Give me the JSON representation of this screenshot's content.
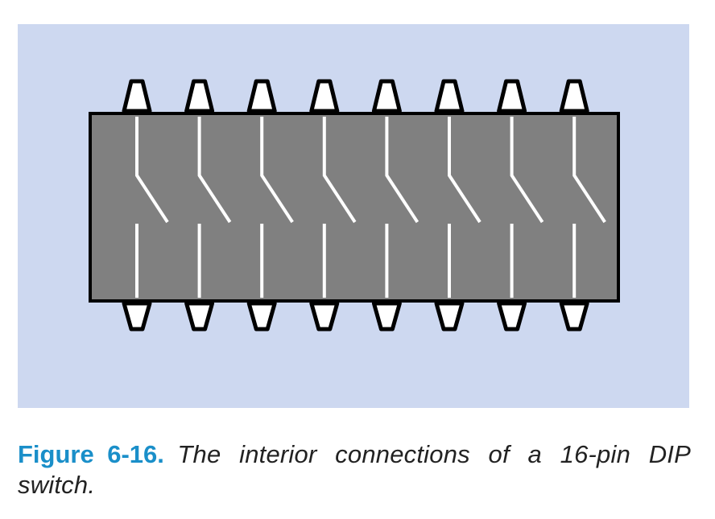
{
  "colors": {
    "panel_background": "#cdd8f0",
    "switch_body": "#808080",
    "outline": "#000000",
    "contacts": "#ffffff",
    "caption_label": "#1a8fc9",
    "caption_text": "#222222"
  },
  "diagram": {
    "switch_count": 8,
    "pin_count": 16,
    "pins_per_side": 8
  },
  "caption": {
    "label": "Figure 6-16.",
    "text": "The interior connections of a 16-pin DIP switch."
  }
}
